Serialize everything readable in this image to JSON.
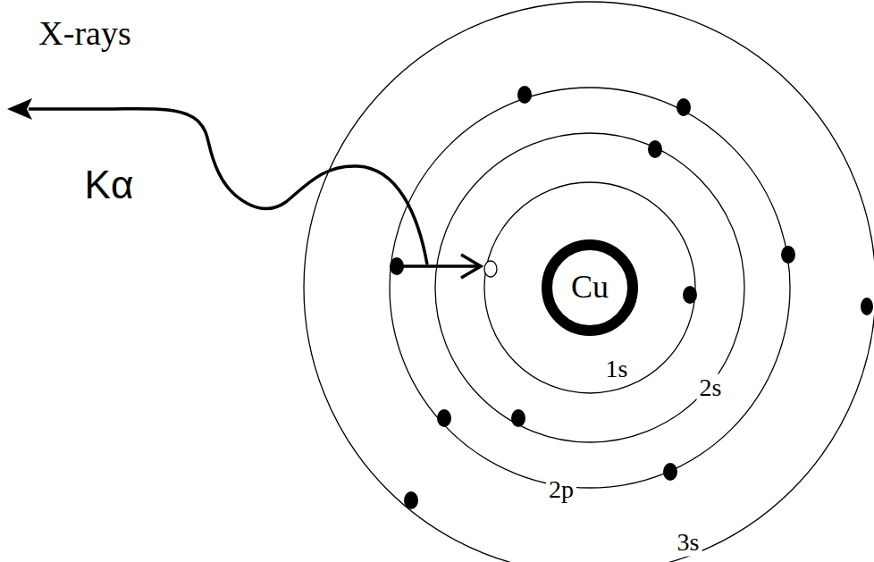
{
  "diagram": {
    "nodes": [
      {
        "text": [
          "Cu"
        ]
      }
    ],
    "labels": [
      "X-rays",
      "Kα",
      "1s",
      "2s",
      "2p",
      "3s"
    ]
  }
}
